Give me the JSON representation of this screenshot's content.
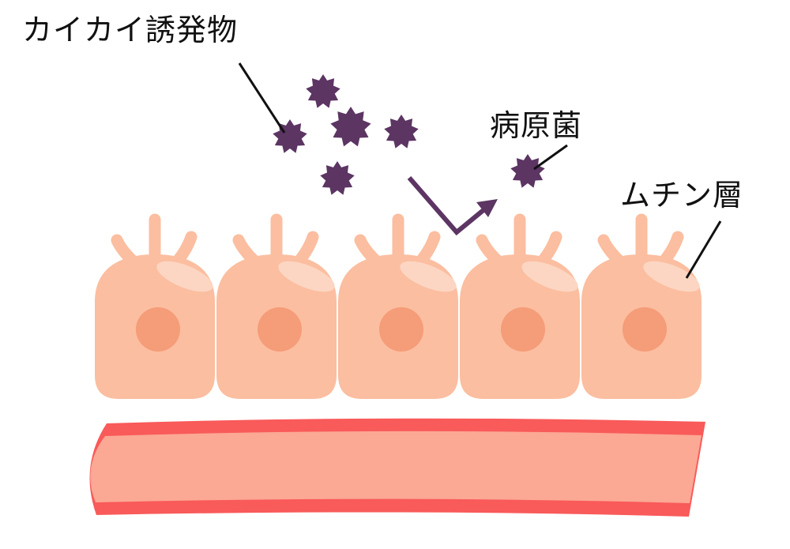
{
  "labels": {
    "itch_inducer": "カイカイ誘発物",
    "pathogen": "病原菌",
    "mucin_layer": "ムチン層"
  },
  "colors": {
    "particle": "#5c3563",
    "cell_body": "#fbbea0",
    "cell_highlight": "#fcd6c2",
    "nucleus": "#f59c78",
    "vessel_outer": "#f95a5a",
    "vessel_inner": "#fba894",
    "text": "#111111",
    "leader_line": "#111111"
  },
  "cells": {
    "count": 5
  }
}
